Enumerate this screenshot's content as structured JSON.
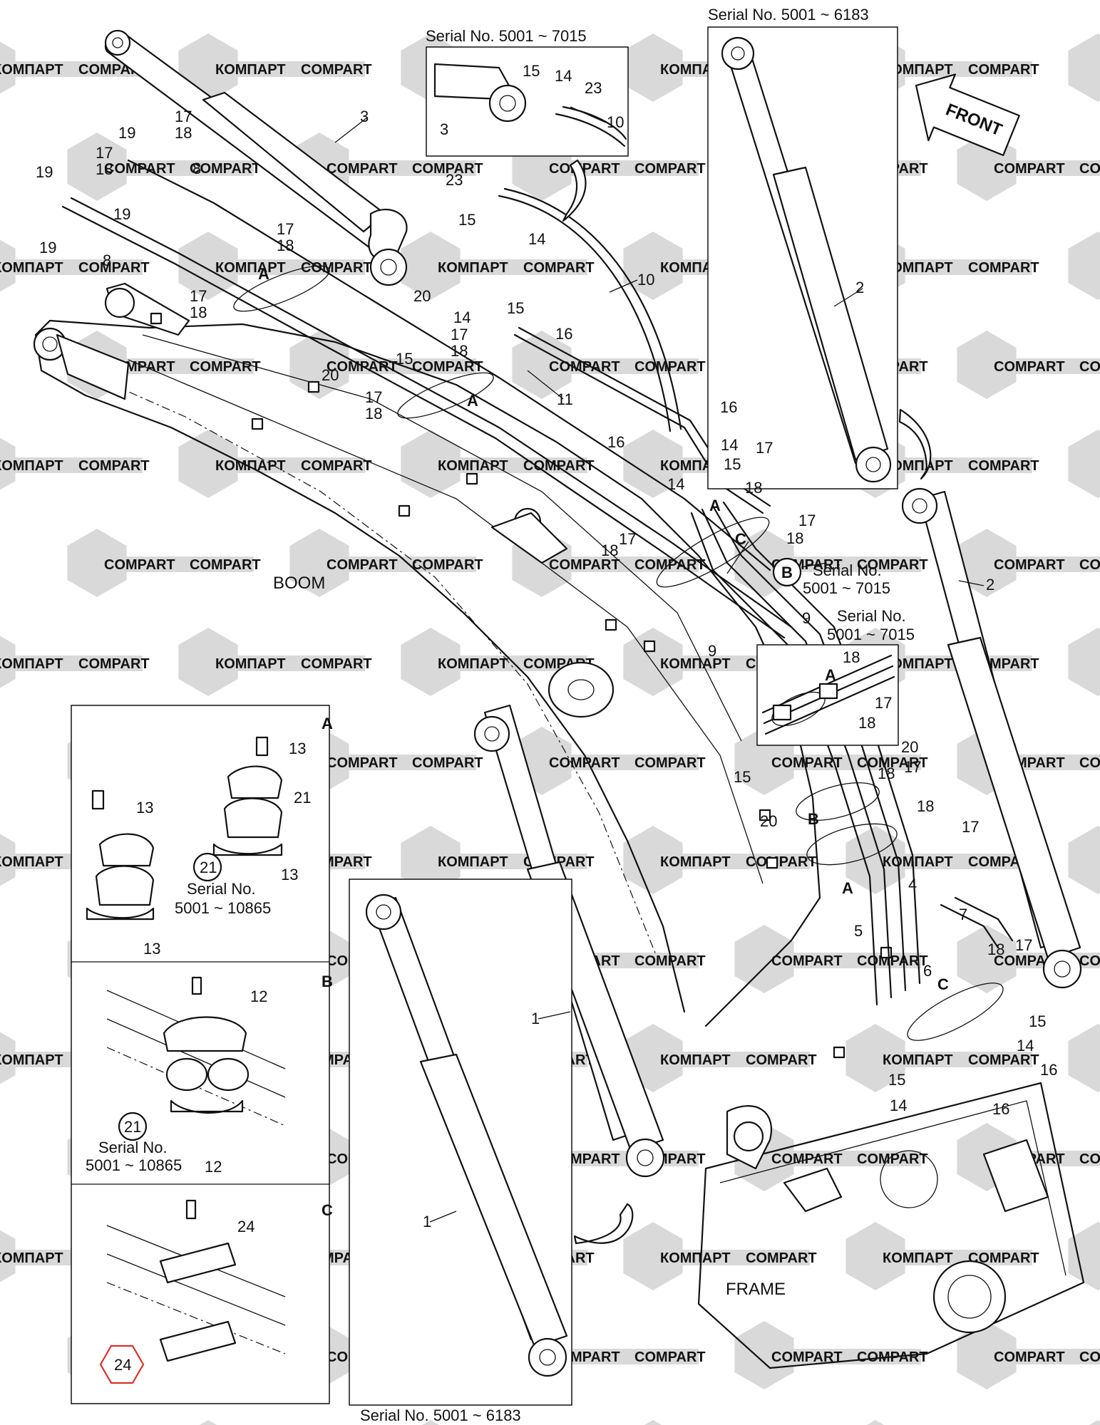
{
  "watermark": {
    "brand_latin": "COMPART",
    "brand_cyrillic": "КОМПАРТ",
    "color": "#d9d9d9"
  },
  "labels": {
    "serial_top_left": "Serial No. 5001 ~ 7015",
    "serial_top_right": "Serial No. 5001 ~ 6183",
    "serial_bottom": "Serial No. 5001 ~ 6183",
    "serial_b_detail": "Serial No.",
    "serial_b_detail_range": "5001 ~ 7015",
    "serial_right_detail": "Serial No.",
    "serial_right_detail_range": "5001 ~ 7015",
    "serial_detail_a": "Serial No.",
    "serial_detail_a_range": "5001 ~ 10865",
    "serial_detail_b": "Serial No.",
    "serial_detail_b_range": "5001 ~ 10865",
    "front": "FRONT",
    "boom": "BOOM",
    "frame": "FRAME"
  },
  "detail_sections": {
    "a": "A",
    "b": "B",
    "c": "C"
  },
  "highlight": {
    "part": "24",
    "color": "#d9322a"
  },
  "callouts": {
    "c1a": "1",
    "c1b": "1",
    "c2a": "2",
    "c2b": "2",
    "c3a": "3",
    "c3b": "3",
    "c4": "4",
    "c5": "5",
    "c6": "6",
    "c7": "7",
    "c8a": "8",
    "c8b": "8",
    "c9a": "9",
    "c9b": "9",
    "c10a": "10",
    "c10b": "10",
    "c11": "11",
    "c12a": "12",
    "c12b": "12",
    "c13a": "13",
    "c13b": "13",
    "c13c": "13",
    "c13d": "13",
    "c14a": "14",
    "c14b": "14",
    "c14c": "14",
    "c14d": "14",
    "c14e": "14",
    "c14f": "14",
    "c14g": "14",
    "c15a": "15",
    "c15b": "15",
    "c15c": "15",
    "c15d": "15",
    "c15e": "15",
    "c15f": "15",
    "c15g": "15",
    "c15h": "15",
    "c16a": "16",
    "c16b": "16",
    "c16c": "16",
    "c16d": "16",
    "c16e": "16",
    "c17a": "17",
    "c17b": "17",
    "c17c": "17",
    "c17d": "17",
    "c17e": "17",
    "c17f": "17",
    "c17g": "17",
    "c17h": "17",
    "c17i": "17",
    "c17j": "17",
    "c17k": "17",
    "c17l": "17",
    "c17m": "17",
    "c18a": "18",
    "c18b": "18",
    "c18c": "18",
    "c18d": "18",
    "c18e": "18",
    "c18f": "18",
    "c18g": "18",
    "c18h": "18",
    "c18i": "18",
    "c18j": "18",
    "c18k": "18",
    "c18l": "18",
    "c18m": "18",
    "c18n": "18",
    "c19a": "19",
    "c19b": "19",
    "c19c": "19",
    "c19d": "19",
    "c20a": "20",
    "c20b": "20",
    "c20c": "20",
    "c20d": "20",
    "c21a": "21",
    "c21b": "21",
    "c21c": "21",
    "c23a": "23",
    "c23b": "23",
    "c24a": "24",
    "c24b": "24",
    "refA1": "A",
    "refA2": "A",
    "refA3": "A",
    "refA4": "A",
    "refA5": "A",
    "refB1": "B",
    "refB2": "B",
    "refC1": "C",
    "refC2": "C"
  }
}
